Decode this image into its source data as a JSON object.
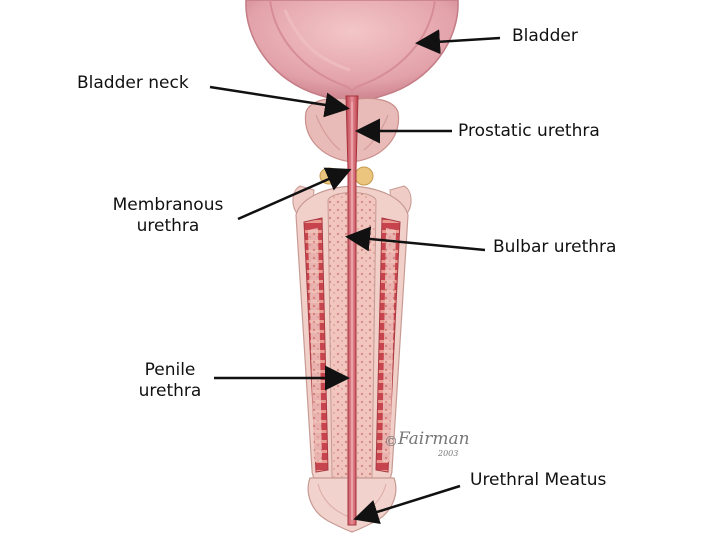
{
  "labels": {
    "bladder": "Bladder",
    "bladder_neck": "Bladder neck",
    "prostatic_urethra": "Prostatic urethra",
    "membranous_urethra_1": "Membranous",
    "membranous_urethra_2": "urethra",
    "bulbar_urethra": "Bulbar urethra",
    "penile_urethra_1": "Penile",
    "penile_urethra_2": "urethra",
    "urethral_meatus": "Urethral Meatus"
  },
  "signature": {
    "name": "Fairman",
    "year": "2003",
    "mark": "©"
  },
  "colors": {
    "bladder_fill": "#e8aeb3",
    "bladder_inner": "#d98a93",
    "prostate": "#e7b7b5",
    "urethra_red": "#c9525c",
    "urethra_light": "#e9a0a6",
    "tissue_outer": "#f2d3cf",
    "spongy_red": "#c7434d",
    "spongy_speckle": "#e79a93",
    "gland": "#e9c47a",
    "arrow": "#111111"
  }
}
